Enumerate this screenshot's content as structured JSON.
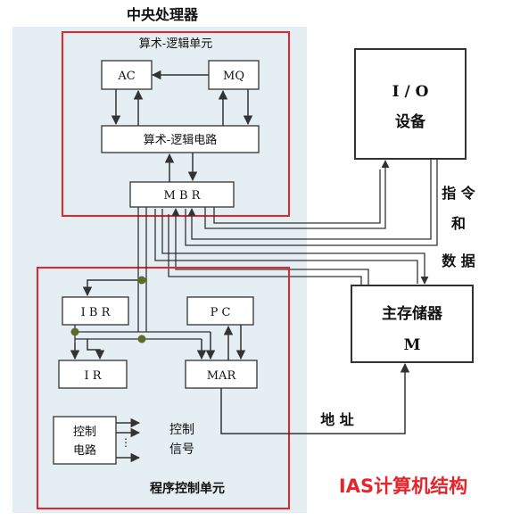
{
  "diagram": {
    "cpu_title": "中央处理器",
    "alu_unit_label": "算术-逻辑单元",
    "ac_label": "AC",
    "mq_label": "MQ",
    "alu_circuit_label": "算术-逻辑电路",
    "mbr_label": "M B R",
    "io_label_line1": "I / O",
    "io_label_line2": "设备",
    "instr_data_line1": "指 令",
    "instr_data_line2": "和",
    "instr_data_line3": "数 据",
    "memory_label_line1": "主存储器",
    "memory_label_line2": "M",
    "ibr_label": "I B R",
    "pc_label": "P C",
    "ir_label": "I R",
    "mar_label": "MAR",
    "address_label": "地 址",
    "control_circuit_line1": "控制",
    "control_circuit_line2": "电路",
    "control_signal_line1": "控制",
    "control_signal_line2": "信号",
    "control_unit_label": "程序控制单元",
    "caption": "IAS计算机结构"
  },
  "colors": {
    "cpu_background": "#e4eef3",
    "unit_border": "#e5242b",
    "caption": "#e5242b",
    "box_border": "#333333",
    "line": "#333333",
    "junction": "#5d6b2f"
  }
}
